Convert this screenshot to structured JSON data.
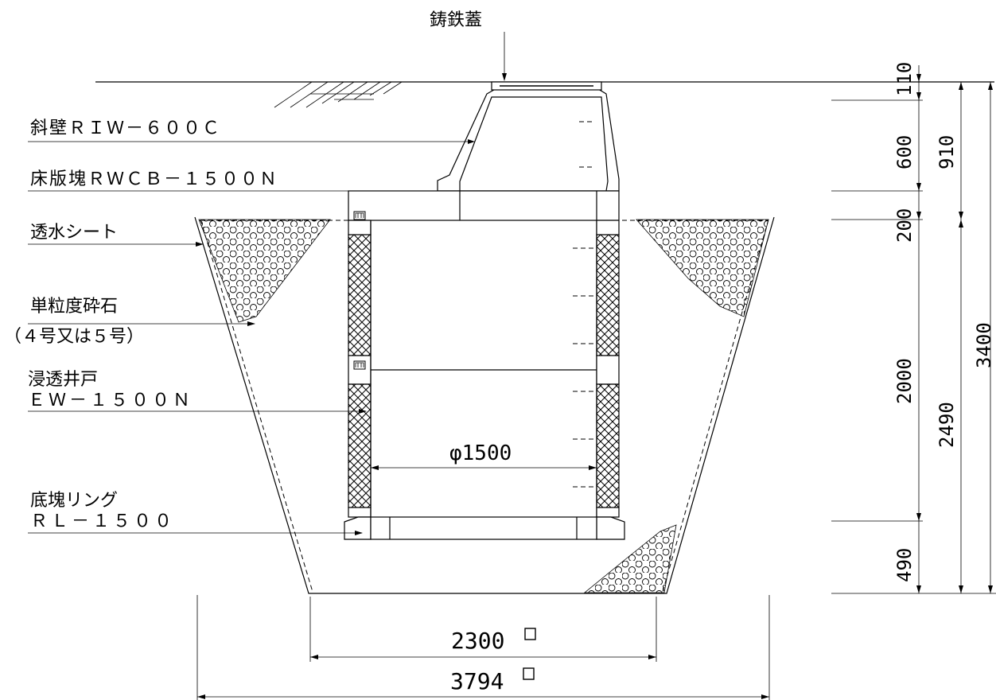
{
  "labels": {
    "cover": "鋳鉄蓋",
    "slope_wall": "斜壁ＲＩＷ－６００Ｃ",
    "floor_slab": "床版塊ＲＷＣＢ－１５００Ｎ",
    "permeable_sheet": "透水シート",
    "gravel_line1": "単粒度砕石",
    "gravel_line2": "（４号又は５号）",
    "well_line1": "浸透井戸",
    "well_line2": "ＥＷ－１５００Ｎ",
    "bottom_ring_line1": "底塊リング",
    "bottom_ring_line2": "ＲＬ－１５００"
  },
  "dimensions": {
    "diameter": "φ1500",
    "base_width": "2300",
    "top_width": "3794",
    "d110": "110",
    "d600": "600",
    "d910": "910",
    "d200": "200",
    "d2000": "2000",
    "d2490": "2490",
    "d3400": "3400",
    "d490": "490"
  }
}
